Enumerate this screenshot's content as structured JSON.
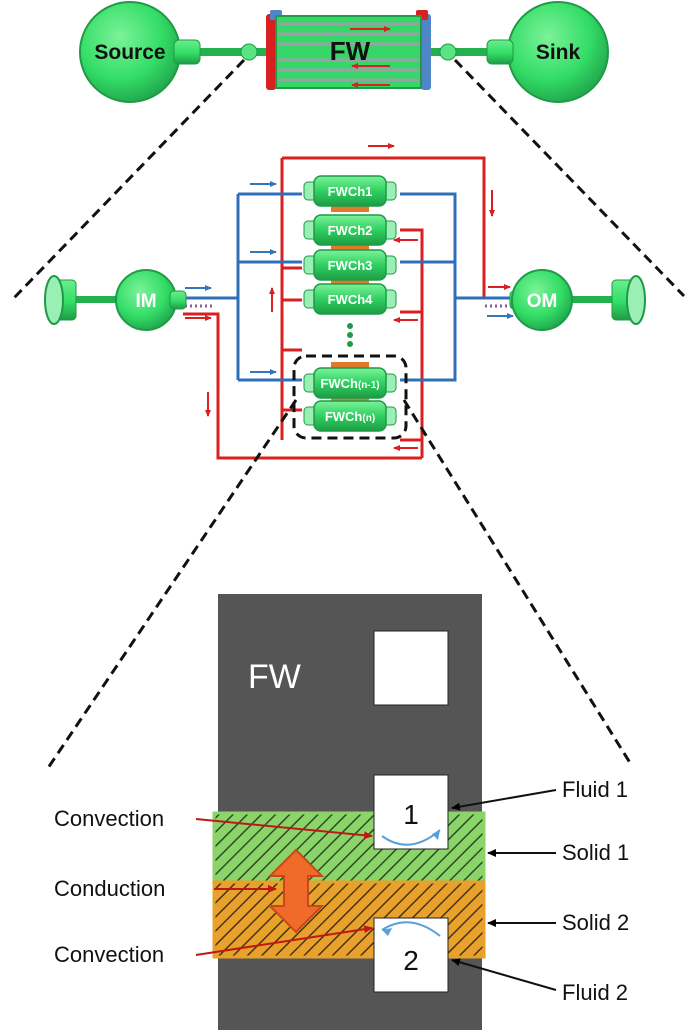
{
  "top": {
    "source_label": "Source",
    "sink_label": "Sink",
    "exchanger_label": "FW"
  },
  "manifold": {
    "inlet_label": "IM",
    "outlet_label": "OM",
    "channels": [
      {
        "prefix": "FWCh",
        "suffix": "1"
      },
      {
        "prefix": "FWCh",
        "suffix": "2"
      },
      {
        "prefix": "FWCh",
        "suffix": "3"
      },
      {
        "prefix": "FWCh",
        "suffix": "4"
      },
      {
        "prefix": "FWCh",
        "suffix": "(n-1)"
      },
      {
        "prefix": "FWCh",
        "suffix": "(n)"
      }
    ]
  },
  "detail": {
    "panel_label": "FW",
    "fluid1_number": "1",
    "fluid2_number": "2",
    "right_labels": {
      "fluid1": "Fluid 1",
      "solid1": "Solid 1",
      "solid2": "Solid 2",
      "fluid2": "Fluid 2"
    },
    "left_labels": {
      "convection_top": "Convection",
      "conduction": "Conduction",
      "convection_bottom": "Convection"
    }
  },
  "colors": {
    "green_fill": "#33dd66",
    "green_dark": "#1f9a46",
    "hot_red": "#d92020",
    "cold_blue": "#3377bb",
    "copper": "#e07a2a",
    "panel_gray": "#555555",
    "solid1_green": "#8bd46a",
    "solid2_orange": "#e8a12a",
    "conduction_arrow": "#f06a2a"
  }
}
